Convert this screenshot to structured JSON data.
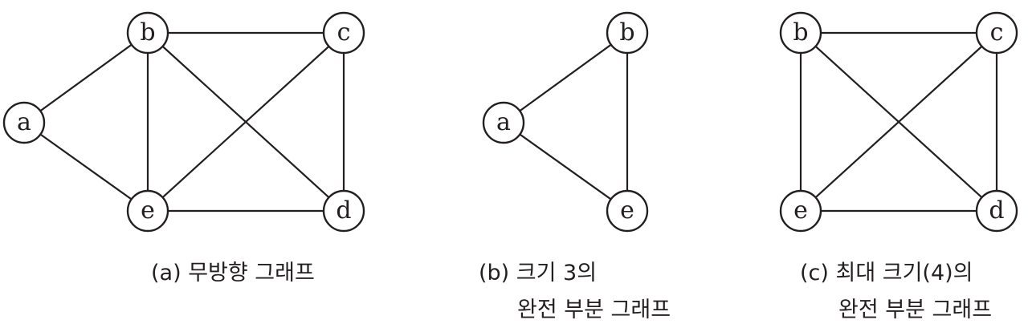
{
  "diagrams": [
    {
      "id": "a",
      "caption": [
        "(a) 무방향 그래프"
      ],
      "nodes": [
        "a",
        "b",
        "c",
        "d",
        "e"
      ],
      "edges": [
        [
          "a",
          "b"
        ],
        [
          "a",
          "e"
        ],
        [
          "b",
          "c"
        ],
        [
          "b",
          "e"
        ],
        [
          "b",
          "d"
        ],
        [
          "c",
          "e"
        ],
        [
          "c",
          "d"
        ],
        [
          "e",
          "d"
        ]
      ]
    },
    {
      "id": "b",
      "caption": [
        "(b) 크기 3의",
        "완전 부분 그래프"
      ],
      "nodes": [
        "a",
        "b",
        "e"
      ],
      "edges": [
        [
          "a",
          "b"
        ],
        [
          "a",
          "e"
        ],
        [
          "b",
          "e"
        ]
      ]
    },
    {
      "id": "c",
      "caption": [
        "(c) 최대 크기(4)의",
        "완전 부분 그래프"
      ],
      "nodes": [
        "b",
        "c",
        "d",
        "e"
      ],
      "edges": [
        [
          "b",
          "c"
        ],
        [
          "b",
          "e"
        ],
        [
          "b",
          "d"
        ],
        [
          "c",
          "e"
        ],
        [
          "c",
          "d"
        ],
        [
          "e",
          "d"
        ]
      ]
    }
  ],
  "colors": {
    "stroke": "#231f20",
    "fill": "#ffffff"
  }
}
